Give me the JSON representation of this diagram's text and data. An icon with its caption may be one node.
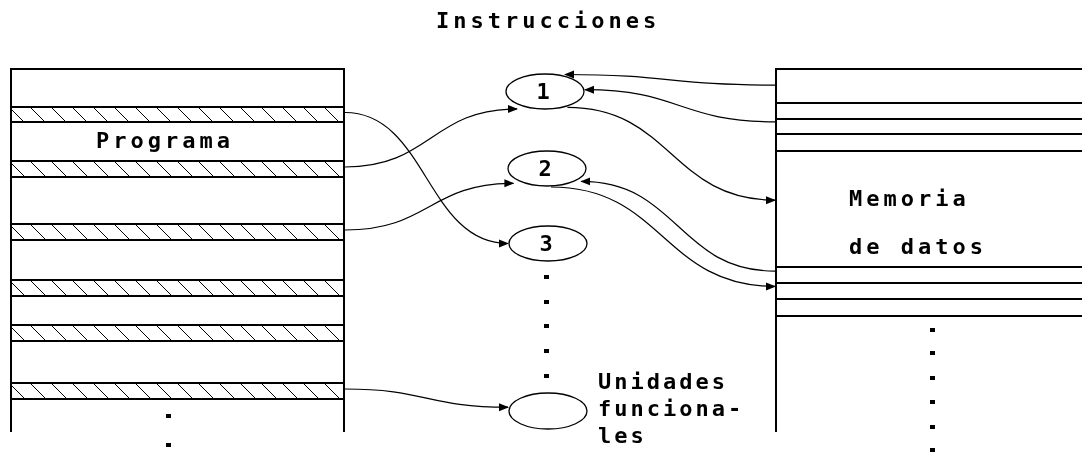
{
  "diagram": {
    "nodes": [
      {
        "text": [
          "Programa"
        ]
      },
      {
        "text": [],
        "shape": "bar",
        "in": 0
      },
      {
        "text": [],
        "shape": "bar",
        "in": 0
      },
      {
        "text": [],
        "shape": "bar",
        "in": 0
      },
      {
        "text": [],
        "shape": "bar",
        "in": 0
      },
      {
        "text": [],
        "shape": "bar",
        "in": 0
      },
      {
        "text": [],
        "shape": "bar",
        "in": 0
      },
      {
        "text": [
          "1"
        ]
      },
      {
        "text": [
          "2"
        ]
      },
      {
        "text": [
          "3"
        ]
      },
      {
        "text": [],
        "shape": "circle"
      },
      {
        "text": [
          "Memoria de datos"
        ]
      }
    ],
    "edges": [
      {
        "from": 1,
        "to": 9,
        "arrow": "to"
      },
      {
        "from": 2,
        "to": 7,
        "arrow": "to"
      },
      {
        "from": 3,
        "to": 8,
        "arrow": "to"
      },
      {
        "from": 6,
        "to": 10,
        "arrow": "to"
      },
      {
        "from": 11,
        "to": 7,
        "arrow": "to"
      },
      {
        "from": 11,
        "to": 7,
        "arrow": "to"
      },
      {
        "from": 7,
        "to": 11,
        "arrow": "to"
      },
      {
        "from": 11,
        "to": 8,
        "arrow": "to"
      },
      {
        "from": 8,
        "to": 11,
        "arrow": "to"
      }
    ],
    "labels": [
      "Instrucciones",
      "Unidades funciona- les"
    ]
  }
}
